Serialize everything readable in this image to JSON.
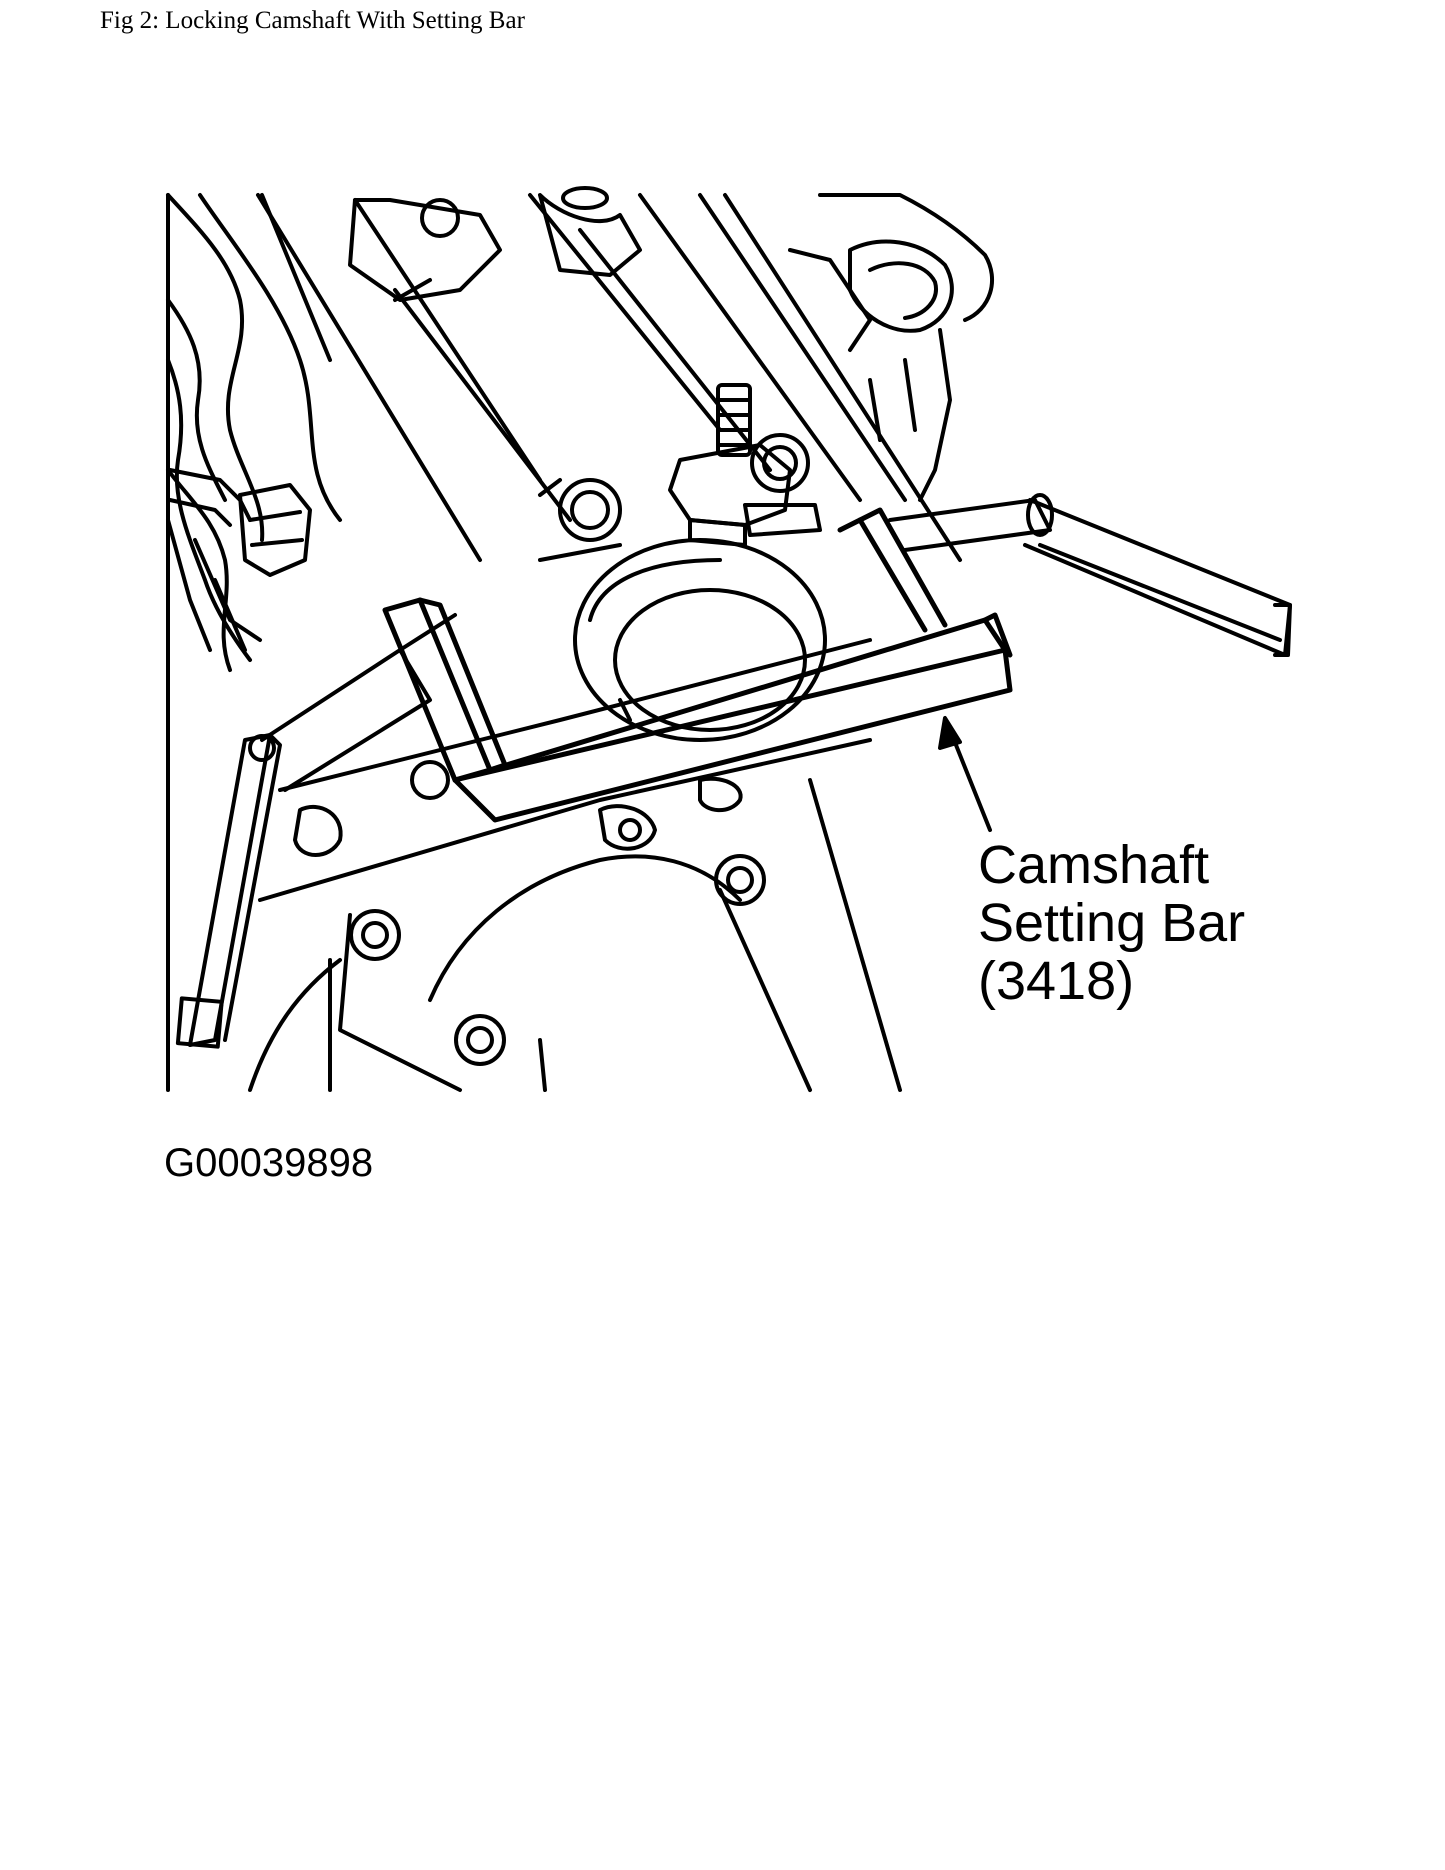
{
  "figure": {
    "caption": "Fig 2: Locking Camshaft With Setting Bar",
    "callout": {
      "line1": "Camshaft",
      "line2": "Setting Bar",
      "line3": "(3418)"
    },
    "graphic_id": "G00039898"
  },
  "colors": {
    "ink": "#000000",
    "paper": "#ffffff"
  }
}
